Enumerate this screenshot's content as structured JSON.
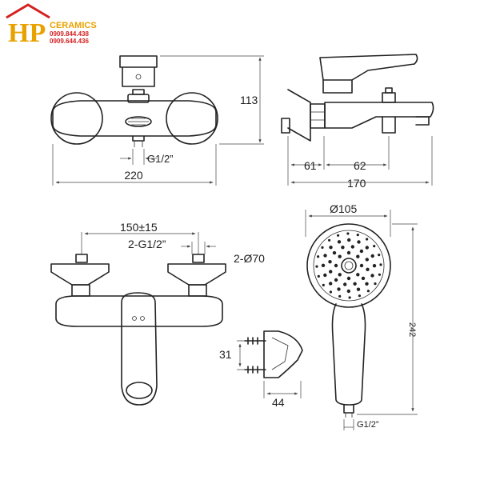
{
  "brand": {
    "initials": "HP",
    "name": "CERAMICS",
    "phone_1": "0909.844.438",
    "phone_2": "0909.644.436",
    "color_gold": "#e8a200",
    "color_red": "#d42020"
  },
  "dimensions": {
    "front_width": "220",
    "front_height": "113",
    "front_inlet": "G1/2”",
    "side_depth_a": "61",
    "side_depth_b": "62",
    "side_total": "170",
    "center_distance": "150±15",
    "inlet_threads": "2-G1/2”",
    "escutcheon_dia": "2-Ø70",
    "bracket_height": "31",
    "bracket_depth": "44",
    "head_dia": "Ø105",
    "shower_length": "242",
    "shower_thread": "G1/2”"
  }
}
